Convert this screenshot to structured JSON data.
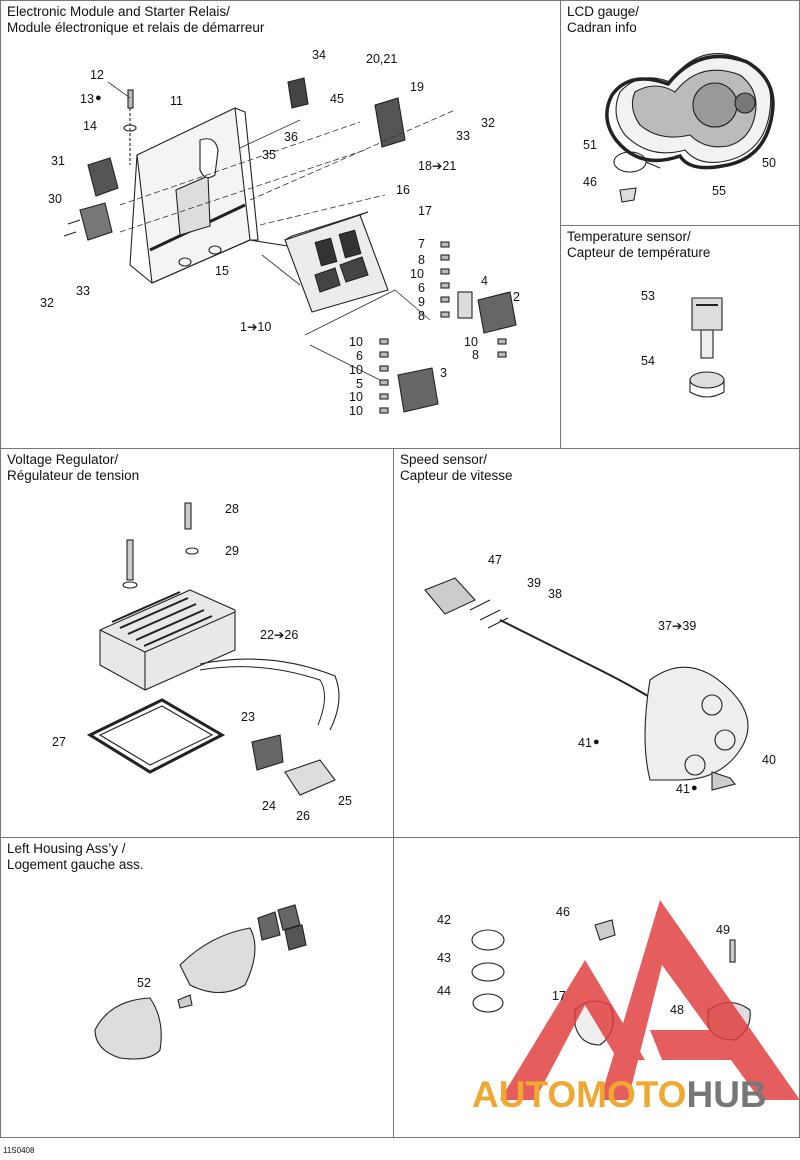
{
  "panels": {
    "electronic": {
      "title1": "Electronic Module and Starter Relais/",
      "title2": "Module électronique et relais de démarreur"
    },
    "lcd": {
      "title1": "LCD gauge/",
      "title2": "Cadran info"
    },
    "temp": {
      "title1": "Temperature sensor/",
      "title2": "Capteur de température"
    },
    "voltage": {
      "title1": "Voltage Regulator/",
      "title2": "Régulateur de tension"
    },
    "speed": {
      "title1": "Speed sensor/",
      "title2": "Capteur de vitesse"
    },
    "left": {
      "title1": "Left Housing Ass’y /",
      "title2": "Logement gauche ass."
    }
  },
  "callouts": {
    "c12": "12",
    "c13": "13",
    "c11": "11",
    "c14": "14",
    "c31": "31",
    "c30": "30",
    "c32a": "32",
    "c33a": "33",
    "c34": "34",
    "c36": "36",
    "c35": "35",
    "c45": "45",
    "c2021": "20,21",
    "c19": "19",
    "c32b": "32",
    "c33b": "33",
    "c1821": "18➔21",
    "c16": "16",
    "c17": "17",
    "c15": "15",
    "c110": "1➔10",
    "c7": "7",
    "c8a": "8",
    "c10a": "10",
    "c6a": "6",
    "c9": "9",
    "c8b": "8",
    "c4": "4",
    "c2": "2",
    "c10b": "10",
    "c8c": "8",
    "c10c": "10",
    "c6b": "6",
    "c10d": "10",
    "c5": "5",
    "c10e": "10",
    "c10f": "10",
    "c3": "3",
    "c51": "51",
    "c50": "50",
    "c46a": "46",
    "c55": "55",
    "c53": "53",
    "c54": "54",
    "c28": "28",
    "c29": "29",
    "c2226": "22➔26",
    "c27": "27",
    "c23": "23",
    "c24": "24",
    "c26": "26",
    "c25": "25",
    "c47": "47",
    "c39": "39",
    "c38": "38",
    "c3739": "37➔39",
    "c41a": "41",
    "c40": "40",
    "c41b": "41",
    "c52": "52",
    "c42": "42",
    "c46b": "46",
    "c49": "49",
    "c43": "43",
    "c44": "44",
    "c17b": "17",
    "c48": "48"
  },
  "footer_code": "11S0408",
  "watermark": {
    "part1": "AUTOMOTO",
    "part2": "HUB"
  },
  "colors": {
    "watermark_red": "#e03a3a",
    "watermark_orange": "#f0a830",
    "watermark_grey": "#777777"
  }
}
